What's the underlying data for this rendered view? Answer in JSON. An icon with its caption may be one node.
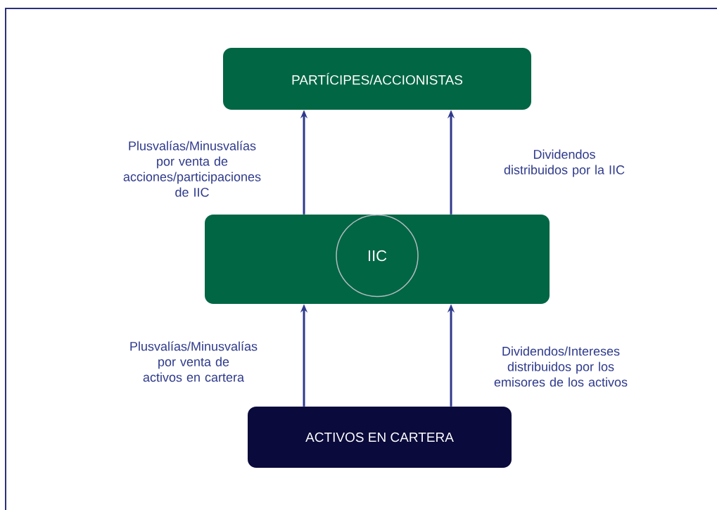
{
  "diagram": {
    "nodes": [
      {
        "text": [
          "PARTÍCIPES/ACCIONISTAS"
        ]
      },
      {
        "text": [],
        "shape": "box"
      },
      {
        "text": [
          "IIC"
        ],
        "in": 1
      },
      {
        "text": [
          "ACTIVOS EN CARTERA"
        ]
      }
    ],
    "edges": [
      {
        "from": 1,
        "to": 0,
        "arrow": "to",
        "label": "Plusvalías/Minusvalías por venta de acciones/participaciones de IIC"
      },
      {
        "from": 1,
        "to": 0,
        "arrow": "to",
        "label": "Dividendos distribuidos por la IIC"
      },
      {
        "from": 3,
        "to": 1,
        "arrow": "to",
        "label": "Plusvalías/Minusvalías por venta de activos en cartera"
      },
      {
        "from": 3,
        "to": 1,
        "arrow": "to",
        "label": "Dividendos/Intereses distribuidos por los emisores de los activos"
      }
    ]
  }
}
